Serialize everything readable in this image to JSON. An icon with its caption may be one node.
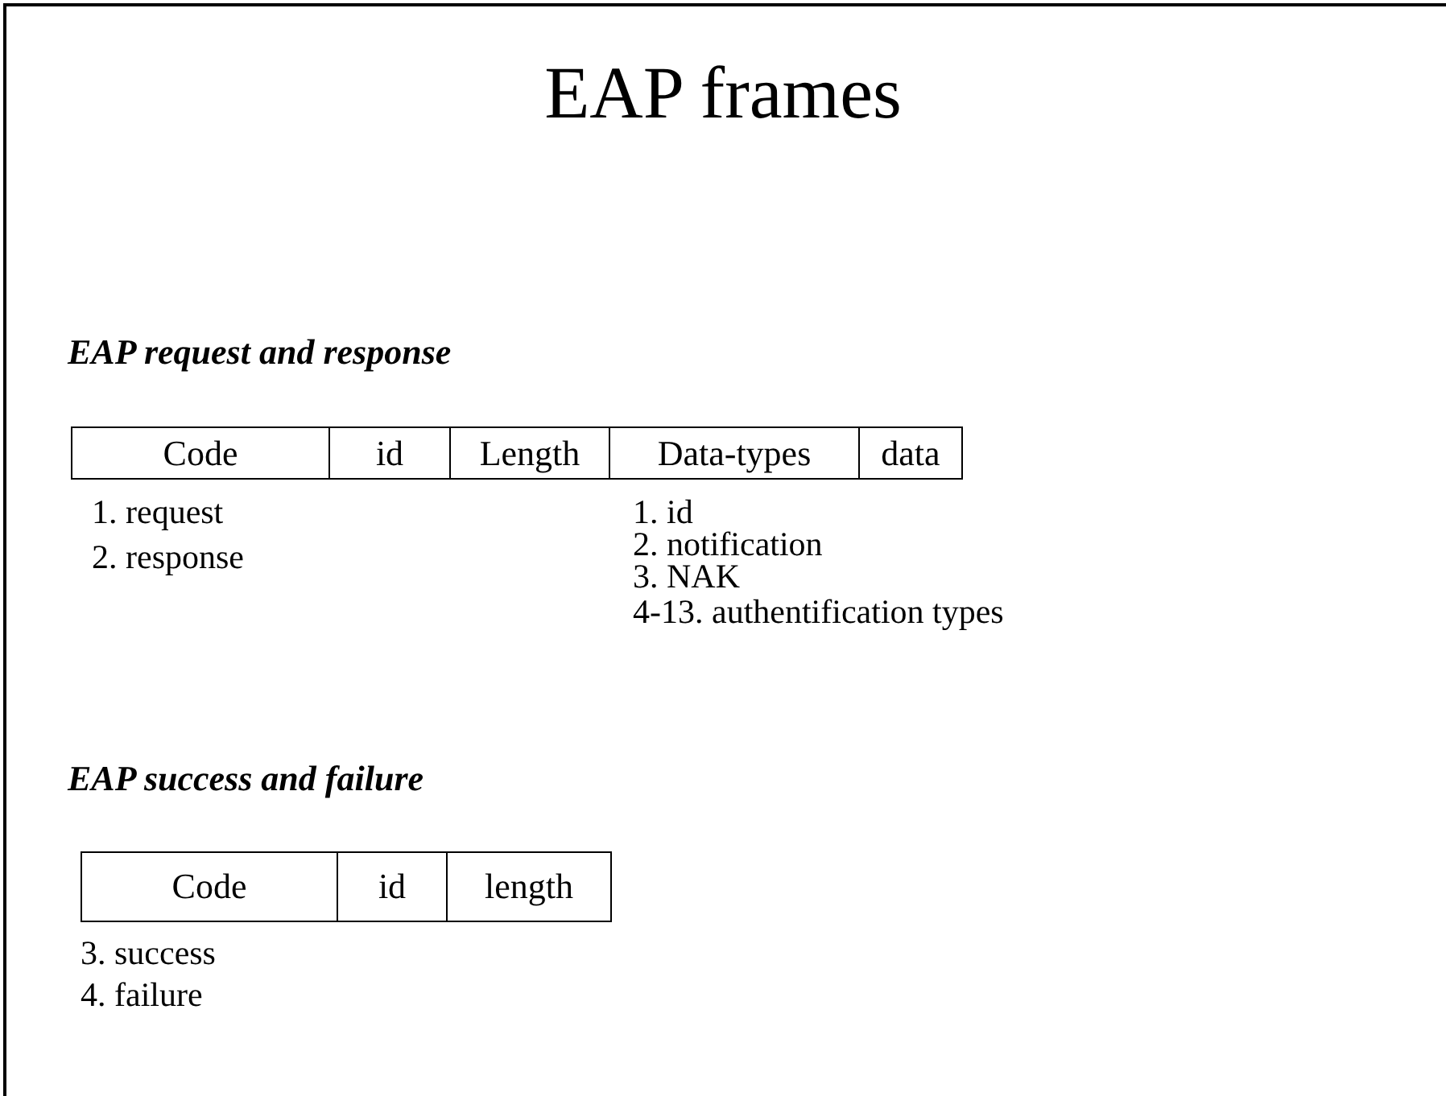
{
  "diagram": {
    "title": "EAP frames",
    "nodes": [
      {
        "text": [
          "Code"
        ]
      },
      {
        "text": [
          "id"
        ]
      },
      {
        "text": [
          "Length"
        ]
      },
      {
        "text": [
          "Data-types"
        ]
      },
      {
        "text": [
          "data"
        ]
      },
      {
        "text": [
          "Code"
        ]
      },
      {
        "text": [
          "id"
        ]
      },
      {
        "text": [
          "length"
        ]
      }
    ],
    "labels": [
      "EAP request and response",
      "1. request",
      "1. id",
      "2. response",
      "2. notification",
      "3. NAK",
      "4-13. authentification types",
      "EAP success and failure",
      "3. success",
      "4. failure"
    ]
  }
}
